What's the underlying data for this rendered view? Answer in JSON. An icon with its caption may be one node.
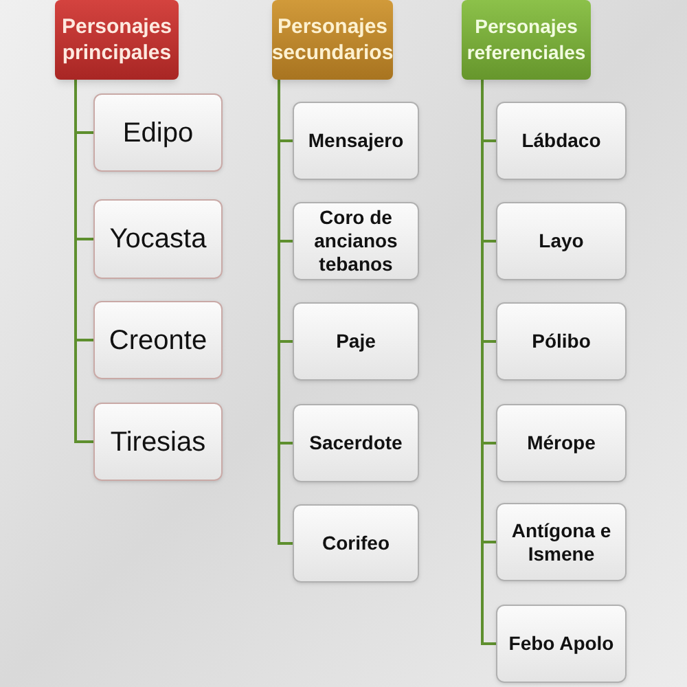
{
  "diagram": {
    "nodes": [
      {
        "text": [
          "Personajes principales"
        ]
      },
      {
        "text": [
          "Edipo"
        ]
      },
      {
        "text": [
          "Yocasta"
        ]
      },
      {
        "text": [
          "Creonte"
        ]
      },
      {
        "text": [
          "Tiresias"
        ]
      },
      {
        "text": [
          "Personajes secundarios"
        ]
      },
      {
        "text": [
          "Mensajero"
        ]
      },
      {
        "text": [
          "Coro de ancianos tebanos"
        ]
      },
      {
        "text": [
          "Paje"
        ]
      },
      {
        "text": [
          "Sacerdote"
        ]
      },
      {
        "text": [
          "Corifeo"
        ]
      },
      {
        "text": [
          "Personajes referenciales"
        ]
      },
      {
        "text": [
          "Lábdaco"
        ]
      },
      {
        "text": [
          "Layo"
        ]
      },
      {
        "text": [
          "Pólibo"
        ]
      },
      {
        "text": [
          "Mérope"
        ]
      },
      {
        "text": [
          "Antígona e Ismene"
        ]
      },
      {
        "text": [
          "Febo Apolo"
        ]
      }
    ],
    "edges": [
      {
        "from": 0,
        "to": 1,
        "arrow": "none"
      },
      {
        "from": 0,
        "to": 2,
        "arrow": "none"
      },
      {
        "from": 0,
        "to": 3,
        "arrow": "none"
      },
      {
        "from": 0,
        "to": 4,
        "arrow": "none"
      },
      {
        "from": 5,
        "to": 6,
        "arrow": "none"
      },
      {
        "from": 5,
        "to": 7,
        "arrow": "none"
      },
      {
        "from": 5,
        "to": 8,
        "arrow": "none"
      },
      {
        "from": 5,
        "to": 9,
        "arrow": "none"
      },
      {
        "from": 5,
        "to": 10,
        "arrow": "none"
      },
      {
        "from": 11,
        "to": 12,
        "arrow": "none"
      },
      {
        "from": 11,
        "to": 13,
        "arrow": "none"
      },
      {
        "from": 11,
        "to": 14,
        "arrow": "none"
      },
      {
        "from": 11,
        "to": 15,
        "arrow": "none"
      },
      {
        "from": 11,
        "to": 16,
        "arrow": "none"
      },
      {
        "from": 11,
        "to": 17,
        "arrow": "none"
      }
    ]
  }
}
